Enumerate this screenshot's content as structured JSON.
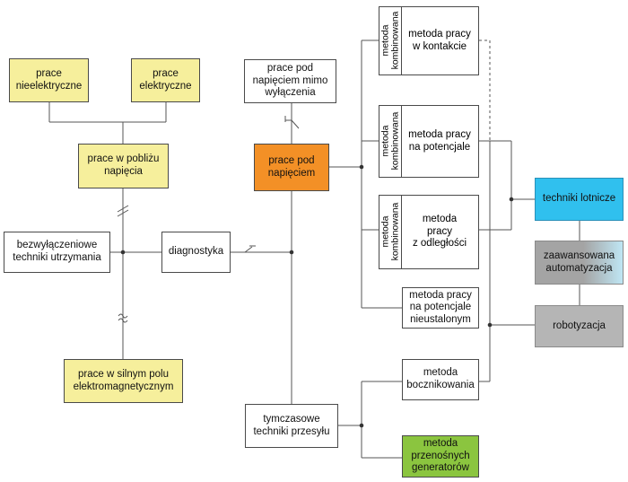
{
  "nodes": {
    "non_electrical": "prace\nnieelektryczne",
    "electrical": "prace\nelektryczne",
    "near_voltage": "prace w pobliżu\nnapięcia",
    "despite_off": "prace pod\nnapięciem mimo\nwyłączenia",
    "live_work": "prace pod\nnapięciem",
    "no_outage_maint": "bezwyłączeniowe\ntechniki utrzymania",
    "diagnostics": "diagnostyka",
    "em_field": "prace w silnym polu\nelektromagnetycznym",
    "temp_transmission": "tymczasowe\ntechniki przesyłu",
    "contact_method": "metoda pracy\nw kontakcie",
    "potential_method": "metoda pracy\nna potencjale",
    "distance_method": "metoda\npracy\nz odległości",
    "unsteady_method": "metoda pracy\nna potencjale\nnieustalonym",
    "bypass_method": "metoda\nbocznikowania",
    "portable_gen": "metoda\nprzenośnych\ngeneratorów",
    "airborne": "techniki lotnicze",
    "automation": "zaawansowana\nautomatyzacja",
    "robotics": "robotyzacja"
  },
  "combined_label": "metoda\nkombinowana",
  "colors": {
    "yellow": "#f6ef9c",
    "orange": "#f39026",
    "green": "#8bc53f",
    "blue": "#30c0ee",
    "gray": "#b5b5b5",
    "line": "#555555"
  }
}
